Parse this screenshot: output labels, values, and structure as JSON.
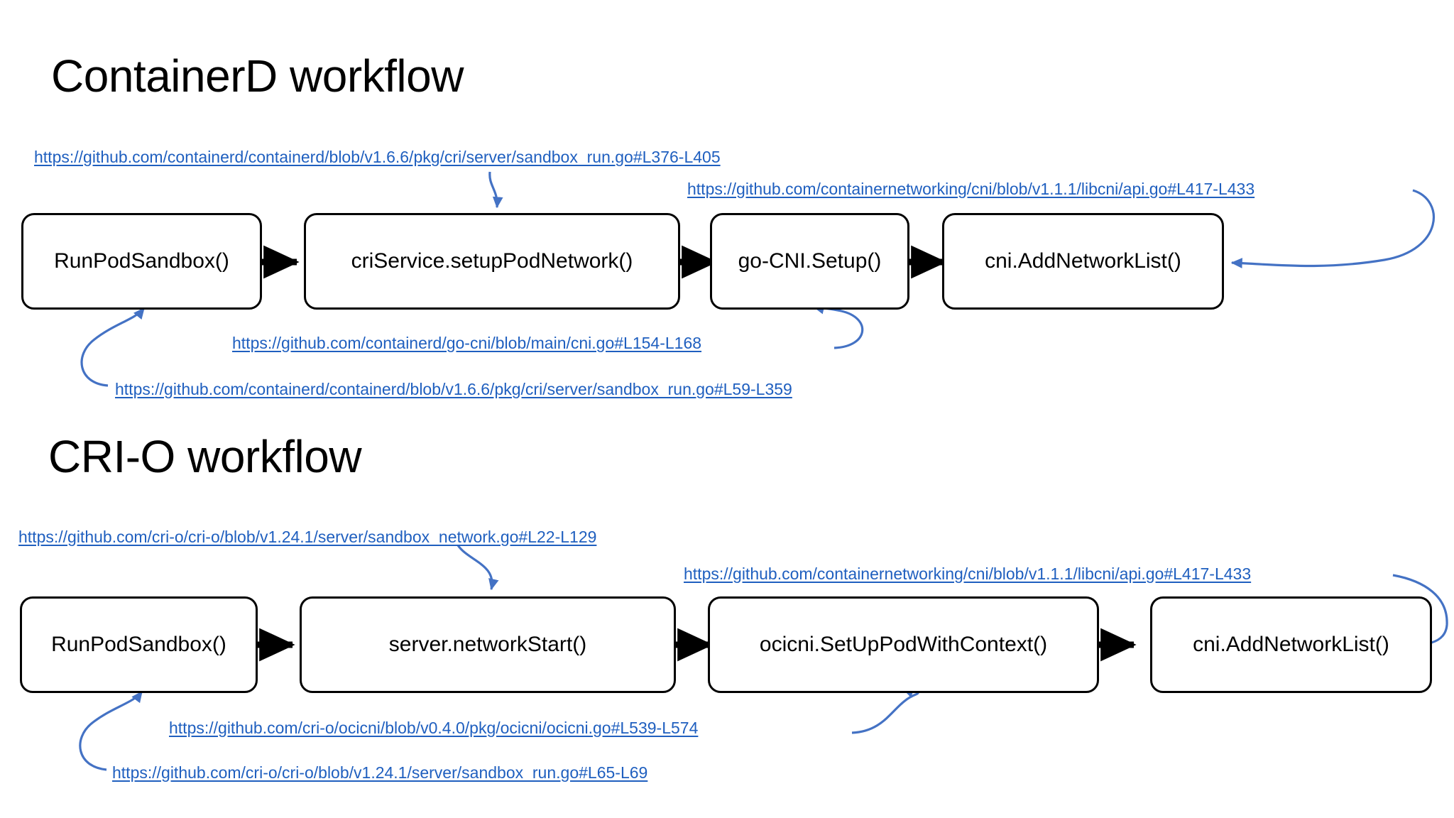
{
  "slide": {
    "background_color": "#FFFFFF",
    "link_color": "#1F5FBF",
    "curve_arrow_color": "#4472C4",
    "box_border_color": "#000000",
    "flow_arrow_color": "#000000"
  },
  "sections": [
    {
      "id": "containerd",
      "title": "ContainerD workflow",
      "boxes": [
        {
          "id": "cd-box-1",
          "label": "RunPodSandbox()"
        },
        {
          "id": "cd-box-2",
          "label": "criService.setupPodNetwork()"
        },
        {
          "id": "cd-box-3",
          "label": "go-CNI.Setup()"
        },
        {
          "id": "cd-box-4",
          "label": "cni.AddNetworkList()"
        }
      ],
      "links": [
        {
          "id": "cd-link-1",
          "text": "https://github.com/containerd/containerd/blob/v1.6.6/pkg/cri/server/sandbox_run.go#L376-L405",
          "points_to": "cd-box-2"
        },
        {
          "id": "cd-link-2",
          "text": "https://github.com/containernetworking/cni/blob/v1.1.1/libcni/api.go#L417-L433",
          "points_to": "cd-box-4"
        },
        {
          "id": "cd-link-3",
          "text": "https://github.com/containerd/go-cni/blob/main/cni.go#L154-L168",
          "points_to": "cd-box-3"
        },
        {
          "id": "cd-link-4",
          "text": "https://github.com/containerd/containerd/blob/v1.6.6/pkg/cri/server/sandbox_run.go#L59-L359",
          "points_to": "cd-box-1"
        }
      ]
    },
    {
      "id": "crio",
      "title": "CRI-O workflow",
      "boxes": [
        {
          "id": "co-box-1",
          "label": "RunPodSandbox()"
        },
        {
          "id": "co-box-2",
          "label": "server.networkStart()"
        },
        {
          "id": "co-box-3",
          "label": "ocicni.SetUpPodWithContext()"
        },
        {
          "id": "co-box-4",
          "label": "cni.AddNetworkList()"
        }
      ],
      "links": [
        {
          "id": "co-link-1",
          "text": "https://github.com/cri-o/cri-o/blob/v1.24.1/server/sandbox_network.go#L22-L129",
          "points_to": "co-box-2"
        },
        {
          "id": "co-link-2",
          "text": "https://github.com/containernetworking/cni/blob/v1.1.1/libcni/api.go#L417-L433",
          "points_to": "co-box-4"
        },
        {
          "id": "co-link-3",
          "text": "https://github.com/cri-o/ocicni/blob/v0.4.0/pkg/ocicni/ocicni.go#L539-L574",
          "points_to": "co-box-3"
        },
        {
          "id": "co-link-4",
          "text": "https://github.com/cri-o/cri-o/blob/v1.24.1/server/sandbox_run.go#L65-L69",
          "points_to": "co-box-1"
        }
      ]
    }
  ]
}
